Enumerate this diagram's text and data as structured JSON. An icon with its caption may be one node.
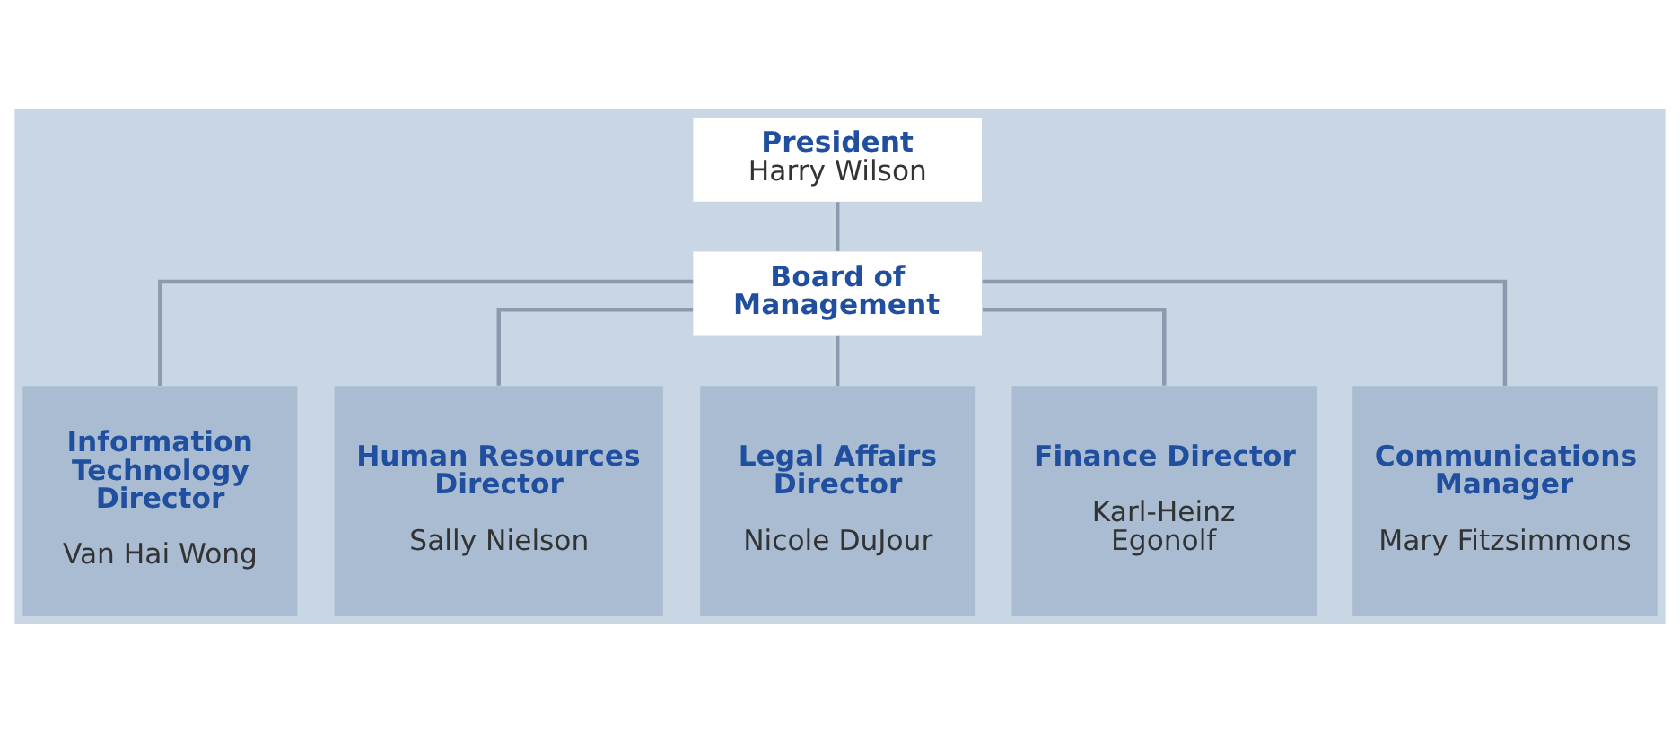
{
  "diagram": {
    "nodes": [
      {
        "text": [
          "President",
          "Harry Wilson"
        ]
      },
      {
        "text": [
          "Board of Management"
        ]
      },
      {
        "text": [
          "Information Technology Director",
          "Van Hai Wong"
        ]
      },
      {
        "text": [
          "Human Resources Director",
          "Sally Nielson"
        ]
      },
      {
        "text": [
          "Legal Affairs Director",
          "Nicole DuJour"
        ]
      },
      {
        "text": [
          "Finance Director",
          "Karl-Heinz Egonolf"
        ]
      },
      {
        "text": [
          "Communications Manager",
          "Mary Fitzsimmons"
        ]
      }
    ],
    "edges": [
      {
        "from": 0,
        "to": 1,
        "arrow": "none"
      },
      {
        "from": 1,
        "to": 2,
        "arrow": "none"
      },
      {
        "from": 1,
        "to": 3,
        "arrow": "none"
      },
      {
        "from": 1,
        "to": 4,
        "arrow": "none"
      },
      {
        "from": 1,
        "to": 5,
        "arrow": "none"
      },
      {
        "from": 1,
        "to": 6,
        "arrow": "none"
      }
    ]
  }
}
